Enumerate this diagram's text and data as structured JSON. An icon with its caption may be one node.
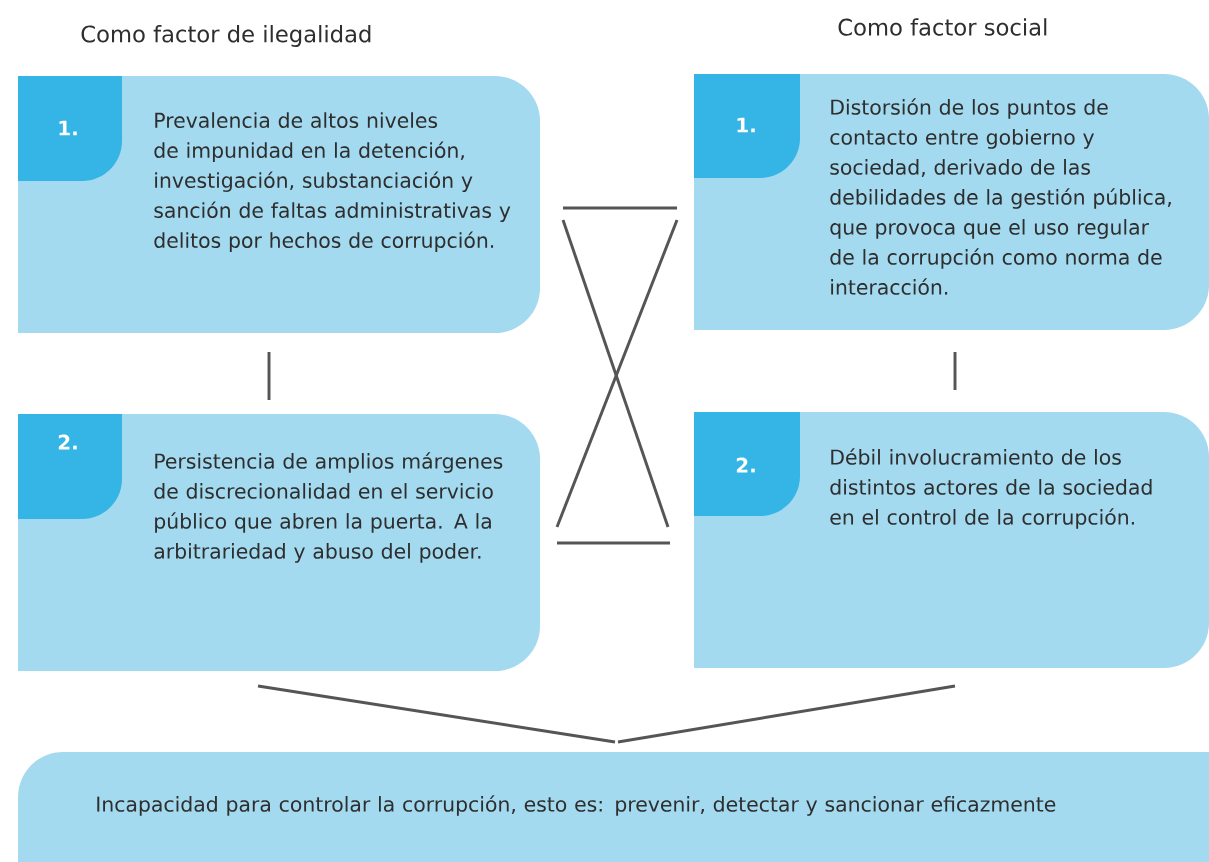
{
  "diagram": {
    "nodes": [
      {
        "text": [
          "Prevalencia de altos niveles de impunidad en la detención, investigación, substanciación y sanción de faltas administrativas y delitos por hechos de corrupción."
        ]
      },
      {
        "text": [
          "1."
        ],
        "in": 0
      },
      {
        "text": [
          "Distorsión de los puntos de contacto entre gobierno y sociedad, derivado de las debilidades de la gestión pública, que provoca que el uso regular de la corrupción como norma de interacción."
        ]
      },
      {
        "text": [
          "1."
        ],
        "in": 2
      },
      {
        "text": [
          "Persistencia de amplios márgenes de discrecionalidad en el servicio público que abren la puerta. A la arbitrariedad y abuso del poder."
        ]
      },
      {
        "text": [
          "2."
        ],
        "in": 4
      },
      {
        "text": [
          "Débil involucramiento de los distintos actores de la sociedad en el control de la corrupción."
        ]
      },
      {
        "text": [
          "2."
        ],
        "in": 6
      },
      {
        "text": [
          "Incapacidad para controlar la corrupción, esto es: prevenir, detectar y sancionar eficazmente"
        ]
      }
    ],
    "edges": [
      {
        "from": 0,
        "to": 4,
        "arrow": "none"
      },
      {
        "from": 2,
        "to": 6,
        "arrow": "none"
      },
      {
        "from": 0,
        "to": 6,
        "arrow": "none"
      },
      {
        "from": 2,
        "to": 4,
        "arrow": "none"
      },
      {
        "from": 4,
        "to": 8,
        "arrow": "none"
      },
      {
        "from": 6,
        "to": 8,
        "arrow": "none"
      }
    ],
    "labels": [
      "Como factor de ilegalidad",
      "Como factor social"
    ]
  }
}
